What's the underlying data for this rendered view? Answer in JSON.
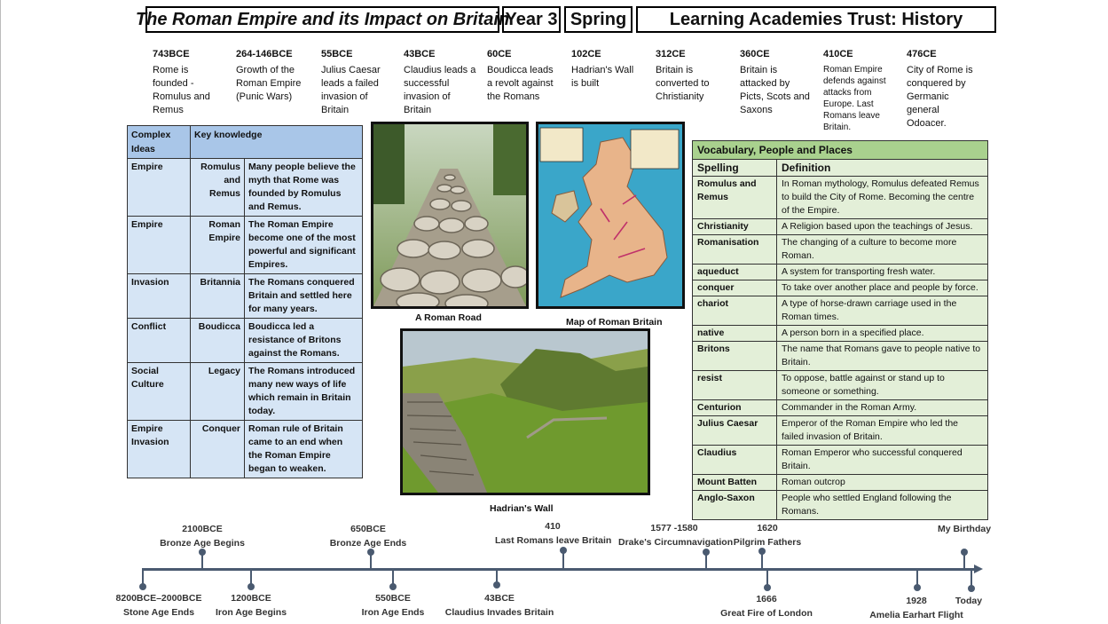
{
  "header": {
    "title": "The Roman Empire and its Impact on Britain",
    "year": "Year 3",
    "term": "Spring",
    "trust": "Learning Academies Trust:  History"
  },
  "top_timeline": [
    {
      "date": "743BCE",
      "text": "Rome is founded -Romulus and Remus"
    },
    {
      "date": "264-146BCE",
      "text": "Growth of the Roman Empire (Punic Wars)"
    },
    {
      "date": "55BCE",
      "text": "Julius Caesar leads a failed invasion of Britain"
    },
    {
      "date": "43BCE",
      "text": "Claudius leads a successful invasion of Britain"
    },
    {
      "date": "60CE",
      "text": "Boudicca leads a revolt against the Romans"
    },
    {
      "date": "102CE",
      "text": "Hadrian's Wall is built"
    },
    {
      "date": "312CE",
      "text": "Britain is converted to Christianity"
    },
    {
      "date": "360CE",
      "text": "Britain is attacked by Picts, Scots and Saxons"
    },
    {
      "date": "410CE",
      "text": "Roman Empire defends against attacks from Europe.  Last Romans leave Britain."
    },
    {
      "date": "476CE",
      "text": "City of Rome is conquered by Germanic general Odoacer."
    }
  ],
  "knowledge": {
    "header_col1": "Complex Ideas",
    "header_col2": "Key knowledge",
    "rows": [
      {
        "idea": "Empire",
        "key": "Romulus and Remus",
        "text": "Many people believe the myth that Rome was founded by Romulus and Remus."
      },
      {
        "idea": "Empire",
        "key": "Roman Empire",
        "text": "The Roman Empire become one of the most powerful and significant Empires."
      },
      {
        "idea": "Invasion",
        "key": "Britannia",
        "text": "The Romans conquered Britain and settled here for many years."
      },
      {
        "idea": "Conflict",
        "key": "Boudicca",
        "text": "Boudicca led a resistance of Britons against the Romans."
      },
      {
        "idea": "Social Culture",
        "key": "Legacy",
        "text": "The Romans introduced many new ways of life which remain in Britain today."
      },
      {
        "idea": "Empire Invasion",
        "key": "Conquer",
        "text": "Roman rule of Britain came to an end when the Roman Empire began to weaken."
      }
    ]
  },
  "images": {
    "road_caption": "A Roman Road",
    "map_caption": "Map of Roman Britain",
    "wall_caption": "Hadrian's Wall"
  },
  "vocab": {
    "title": "Vocabulary, People and Places",
    "col1": "Spelling",
    "col2": "Definition",
    "rows": [
      {
        "term": "Romulus and Remus",
        "def": "In Roman mythology, Romulus defeated Remus to build the City of Rome.  Becoming the centre of the Empire."
      },
      {
        "term": "Christianity",
        "def": "A Religion based upon the teachings of Jesus."
      },
      {
        "term": "Romanisation",
        "def": "The changing of a culture to become more Roman."
      },
      {
        "term": "aqueduct",
        "def": "A system for transporting fresh water."
      },
      {
        "term": "conquer",
        "def": "To take over another place and people by force."
      },
      {
        "term": "chariot",
        "def": "A type of horse-drawn carriage used in the Roman times."
      },
      {
        "term": "native",
        "def": "A person born in a specified place."
      },
      {
        "term": "Britons",
        "def": "The name that Romans gave to people native to Britain."
      },
      {
        "term": "resist",
        "def": "To oppose, battle against or stand up to someone or something."
      },
      {
        "term": "Centurion",
        "def": "Commander in the Roman Army."
      },
      {
        "term": "Julius Caesar",
        "def": "Emperor of the Roman Empire who led the failed invasion of Britain."
      },
      {
        "term": "Claudius",
        "def": "Roman Emperor who successful conquered Britain."
      },
      {
        "term": "Mount Batten",
        "def": "Roman outcrop"
      },
      {
        "term": "Anglo-Saxon",
        "def": "People who settled England following the Romans."
      }
    ]
  },
  "bottom_timeline": {
    "above": [
      {
        "date": "2100BCE",
        "label": "Bronze Age Begins"
      },
      {
        "date": "650BCE",
        "label": "Bronze Age Ends"
      },
      {
        "date": "410",
        "label": "Last Romans leave Britain"
      },
      {
        "date": "1577 -1580",
        "label": "Drake's Circumnavigation"
      },
      {
        "date": "1620",
        "label": "Pilgrim Fathers"
      },
      {
        "date": "",
        "label": "My Birthday"
      }
    ],
    "below": [
      {
        "date": "8200BCE–2000BCE",
        "label": "Stone Age Ends"
      },
      {
        "date": "1200BCE",
        "label": "Iron Age Begins"
      },
      {
        "date": "550BCE",
        "label": "Iron Age Ends"
      },
      {
        "date": "43BCE",
        "label": "Claudius Invades Britain"
      },
      {
        "date": "1666",
        "label": "Great Fire of London"
      },
      {
        "date": "1928",
        "label": "Amelia Earhart Flight"
      },
      {
        "date": "Today",
        "label": ""
      }
    ]
  },
  "colors": {
    "knowledge_bg": "#d6e5f5",
    "knowledge_header": "#a9c6e8",
    "vocab_bg": "#e3efd8",
    "vocab_header": "#a9d18e",
    "timeline_line": "#4a5a70"
  }
}
